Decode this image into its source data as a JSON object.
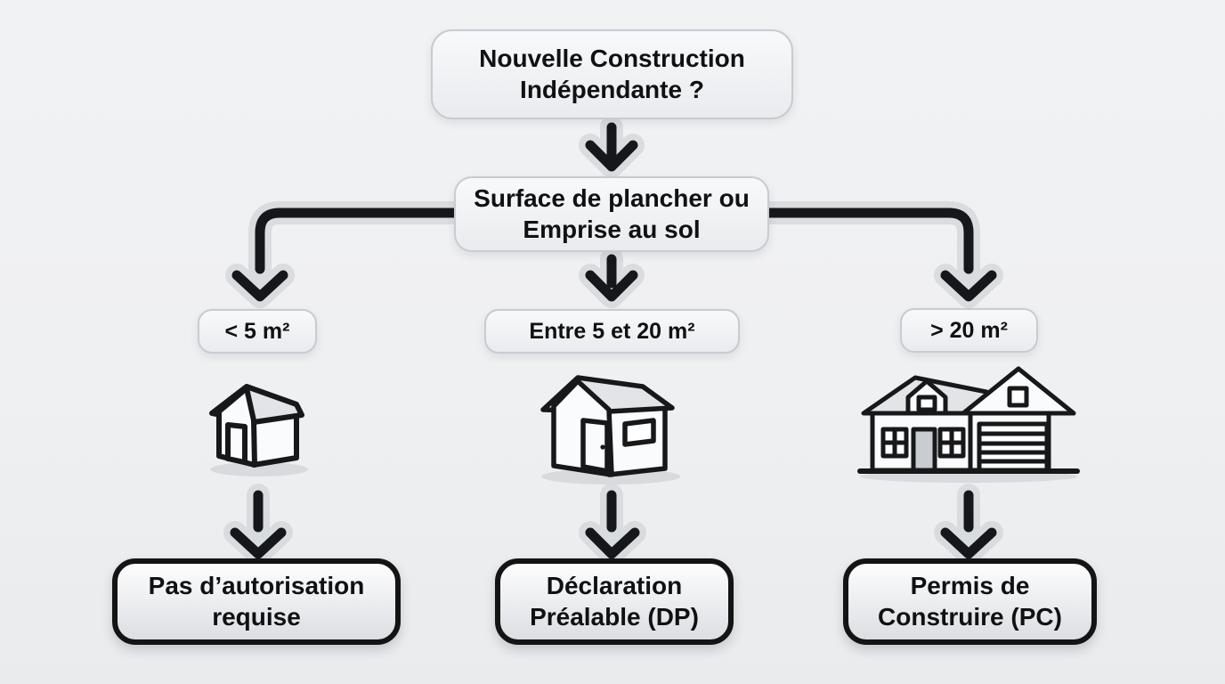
{
  "colors": {
    "background": "#eff0f2",
    "text": "#101113",
    "box_border": "#c8cbd0",
    "box_fill_top": "#f8f9fb",
    "box_fill_bottom": "#e9ebee",
    "result_border": "#141414",
    "result_fill_top": "#fdfdfe",
    "result_fill_bottom": "#dcdee2",
    "arrow": "#16171a",
    "arrow_halo": "#d5d7db",
    "ink": "#17181a",
    "wall_fill": "#fafbfc",
    "roof_fill": "#e2e4e8",
    "ground_shadow": "#d3d5d9",
    "door_fill": "#c9ccd1"
  },
  "flowchart": {
    "question": "Nouvelle Construction Indépendante ?",
    "criteria": "Surface de plancher ou Emprise au sol",
    "branches": [
      {
        "condition": "< 5 m²",
        "icon": "small-shed-house-icon",
        "result": "Pas d’autorisation requise"
      },
      {
        "condition": "Entre 5 et 20 m²",
        "icon": "medium-shed-house-icon",
        "result": "Déclaration Préalable (DP)"
      },
      {
        "condition": "> 20 m²",
        "icon": "large-house-with-garage-icon",
        "result": "Permis de Construire (PC)"
      }
    ]
  }
}
